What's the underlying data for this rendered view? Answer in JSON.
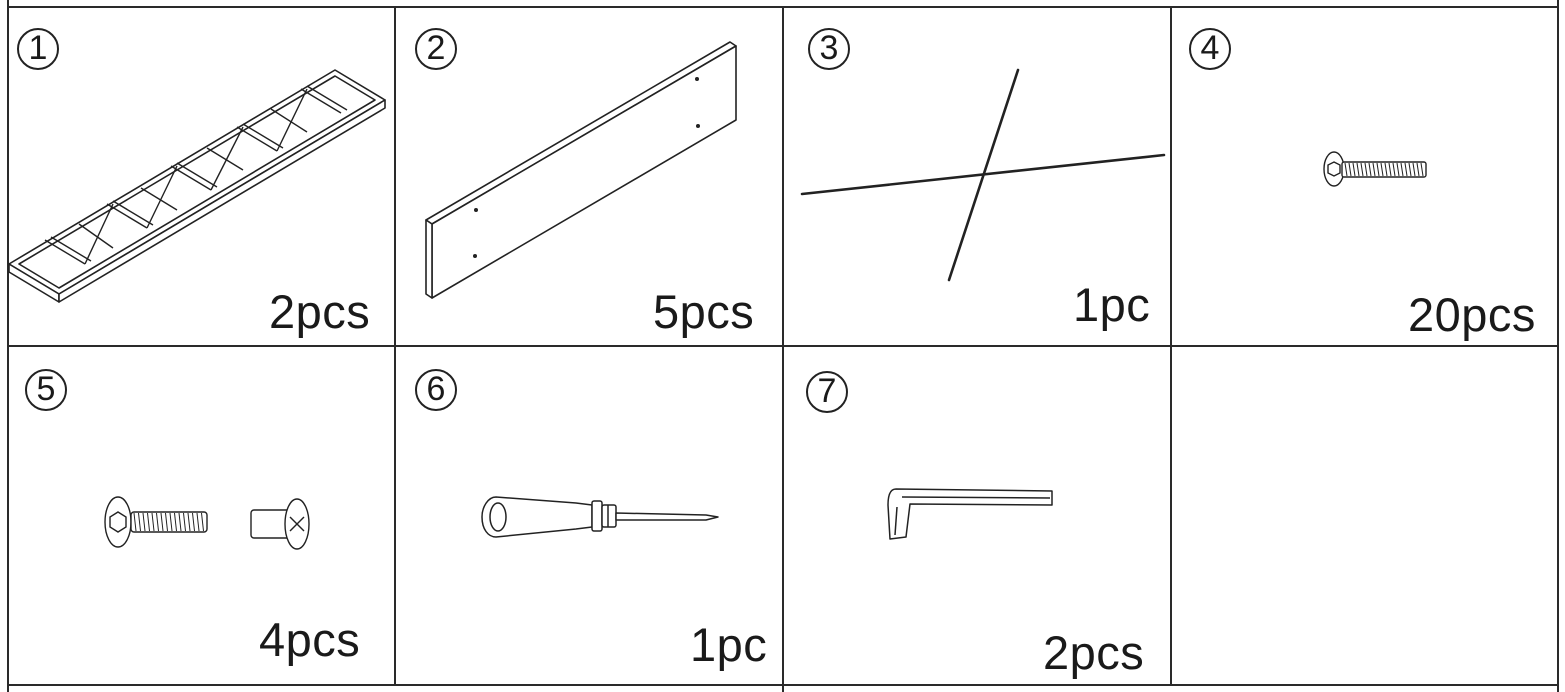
{
  "parts": [
    {
      "index": "1",
      "quantity": "2pcs",
      "icon": "frame-icon"
    },
    {
      "index": "2",
      "quantity": "5pcs",
      "icon": "panel-board-icon"
    },
    {
      "index": "3",
      "quantity": "1pc",
      "icon": "cross-rod-icon"
    },
    {
      "index": "4",
      "quantity": "20pcs",
      "icon": "bolt-icon"
    },
    {
      "index": "5",
      "quantity": "4pcs",
      "icon": "bolt-and-barrel-nut-icon"
    },
    {
      "index": "6",
      "quantity": "1pc",
      "icon": "screwdriver-icon"
    },
    {
      "index": "7",
      "quantity": "2pcs",
      "icon": "hex-key-icon"
    }
  ]
}
